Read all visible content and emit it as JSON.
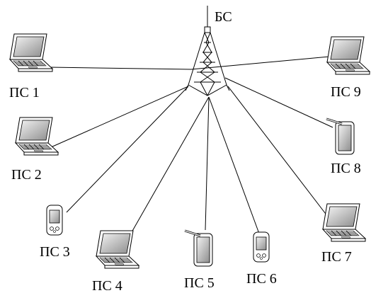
{
  "base_station": {
    "label": "БС",
    "icon": "radio-tower-icon"
  },
  "mobile_stations": [
    {
      "label": "ПС 1",
      "device": "laptop"
    },
    {
      "label": "ПС 2",
      "device": "laptop"
    },
    {
      "label": "ПС 3",
      "device": "phone"
    },
    {
      "label": "ПС 4",
      "device": "laptop"
    },
    {
      "label": "ПС 5",
      "device": "pda"
    },
    {
      "label": "ПС 6",
      "device": "phone"
    },
    {
      "label": "ПС 7",
      "device": "laptop"
    },
    {
      "label": "ПС 8",
      "device": "pda"
    },
    {
      "label": "ПС 9",
      "device": "laptop"
    }
  ],
  "colors": {
    "line": "#000000",
    "screen_light": "#e8e8e8",
    "screen_dark": "#9a9a9a",
    "background": "#ffffff"
  }
}
